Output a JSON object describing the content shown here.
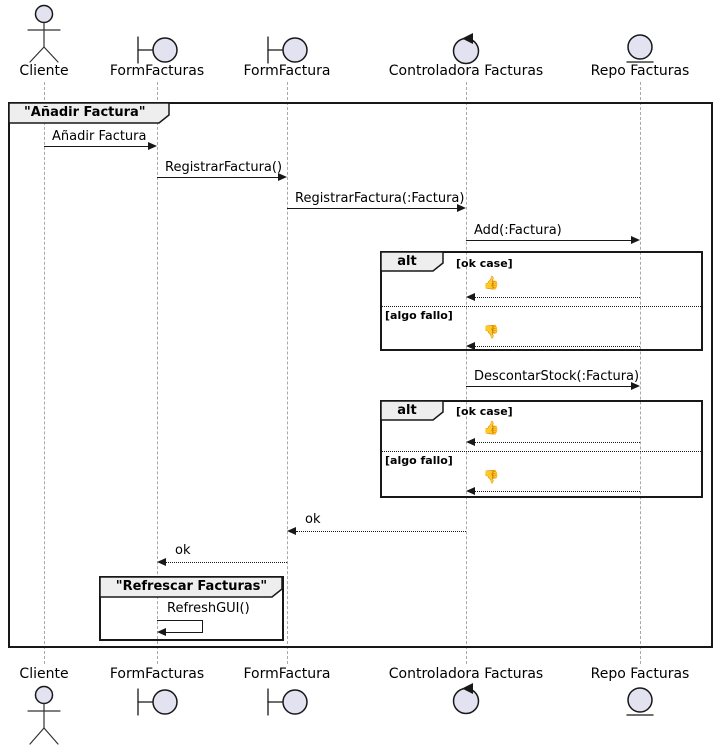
{
  "diagram": {
    "kind": "uml-sequence-diagram",
    "main_frame_title": "\"Añadir Factura\"",
    "refresh_frame_title": "\"Refrescar Facturas\""
  },
  "participants": [
    {
      "label": "Cliente",
      "kind": "actor"
    },
    {
      "label": "FormFacturas",
      "kind": "boundary"
    },
    {
      "label": "FormFactura",
      "kind": "boundary"
    },
    {
      "label": "Controladora Facturas",
      "kind": "control"
    },
    {
      "label": "Repo Facturas",
      "kind": "entity"
    }
  ],
  "messages": [
    {
      "label": "Añadir Factura",
      "from": "Cliente",
      "to": "FormFacturas",
      "type": "solid"
    },
    {
      "label": "RegistrarFactura()",
      "from": "FormFacturas",
      "to": "FormFactura",
      "type": "solid"
    },
    {
      "label": "RegistrarFactura(:Factura)",
      "from": "FormFactura",
      "to": "Controladora Facturas",
      "type": "solid"
    },
    {
      "label": "Add(:Factura)",
      "from": "Controladora Facturas",
      "to": "Repo Facturas",
      "type": "solid"
    },
    {
      "label": "👍",
      "from": "Repo Facturas",
      "to": "Controladora Facturas",
      "type": "return"
    },
    {
      "label": "👎",
      "from": "Repo Facturas",
      "to": "Controladora Facturas",
      "type": "return"
    },
    {
      "label": "DescontarStock(:Factura)",
      "from": "Controladora Facturas",
      "to": "Repo Facturas",
      "type": "solid"
    },
    {
      "label": "👍",
      "from": "Repo Facturas",
      "to": "Controladora Facturas",
      "type": "return"
    },
    {
      "label": "👎",
      "from": "Repo Facturas",
      "to": "Controladora Facturas",
      "type": "return"
    },
    {
      "label": "ok",
      "from": "Controladora Facturas",
      "to": "FormFactura",
      "type": "return"
    },
    {
      "label": "ok",
      "from": "FormFactura",
      "to": "FormFacturas",
      "type": "return"
    },
    {
      "label": "RefreshGUI()",
      "from": "FormFacturas",
      "to": "FormFacturas",
      "type": "self"
    }
  ],
  "alt_fragments": [
    {
      "operator": "alt",
      "guards": [
        "[ok case]",
        "[algo fallo]"
      ]
    },
    {
      "operator": "alt",
      "guards": [
        "[ok case]",
        "[algo fallo]"
      ]
    }
  ],
  "colors": {
    "participant_fill": "#E2E2F0",
    "participant_stroke": "#181818",
    "lifeline": "#A8A8A8",
    "frame_border": "#181818",
    "tab_fill": "#EEEEEE",
    "text": "#000000",
    "background": "#FFFFFF"
  }
}
